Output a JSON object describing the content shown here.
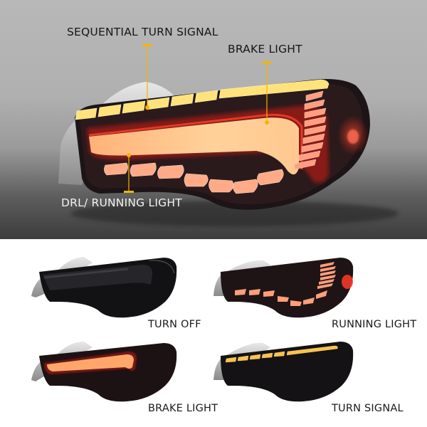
{
  "hero": {
    "callouts": [
      {
        "id": "sequential-turn-signal",
        "label": "SEQUENTIAL TURN SIGNAL"
      },
      {
        "id": "brake-light",
        "label": "BRAKE LIGHT"
      },
      {
        "id": "drl-running-light",
        "label": "DRL/ RUNNING LIGHT"
      }
    ],
    "colors": {
      "callout_marker": "#f5b400",
      "amber_led": "#ffd76a",
      "red_led": "#e0301e",
      "drl_led": "#ffb89a"
    }
  },
  "modes": [
    {
      "id": "turn-off",
      "label": "TURN OFF"
    },
    {
      "id": "running-light",
      "label": "RUNNING LIGHT"
    },
    {
      "id": "brake-light",
      "label": "BRAKE LIGHT"
    },
    {
      "id": "turn-signal",
      "label": "TURN SIGNAL"
    }
  ]
}
